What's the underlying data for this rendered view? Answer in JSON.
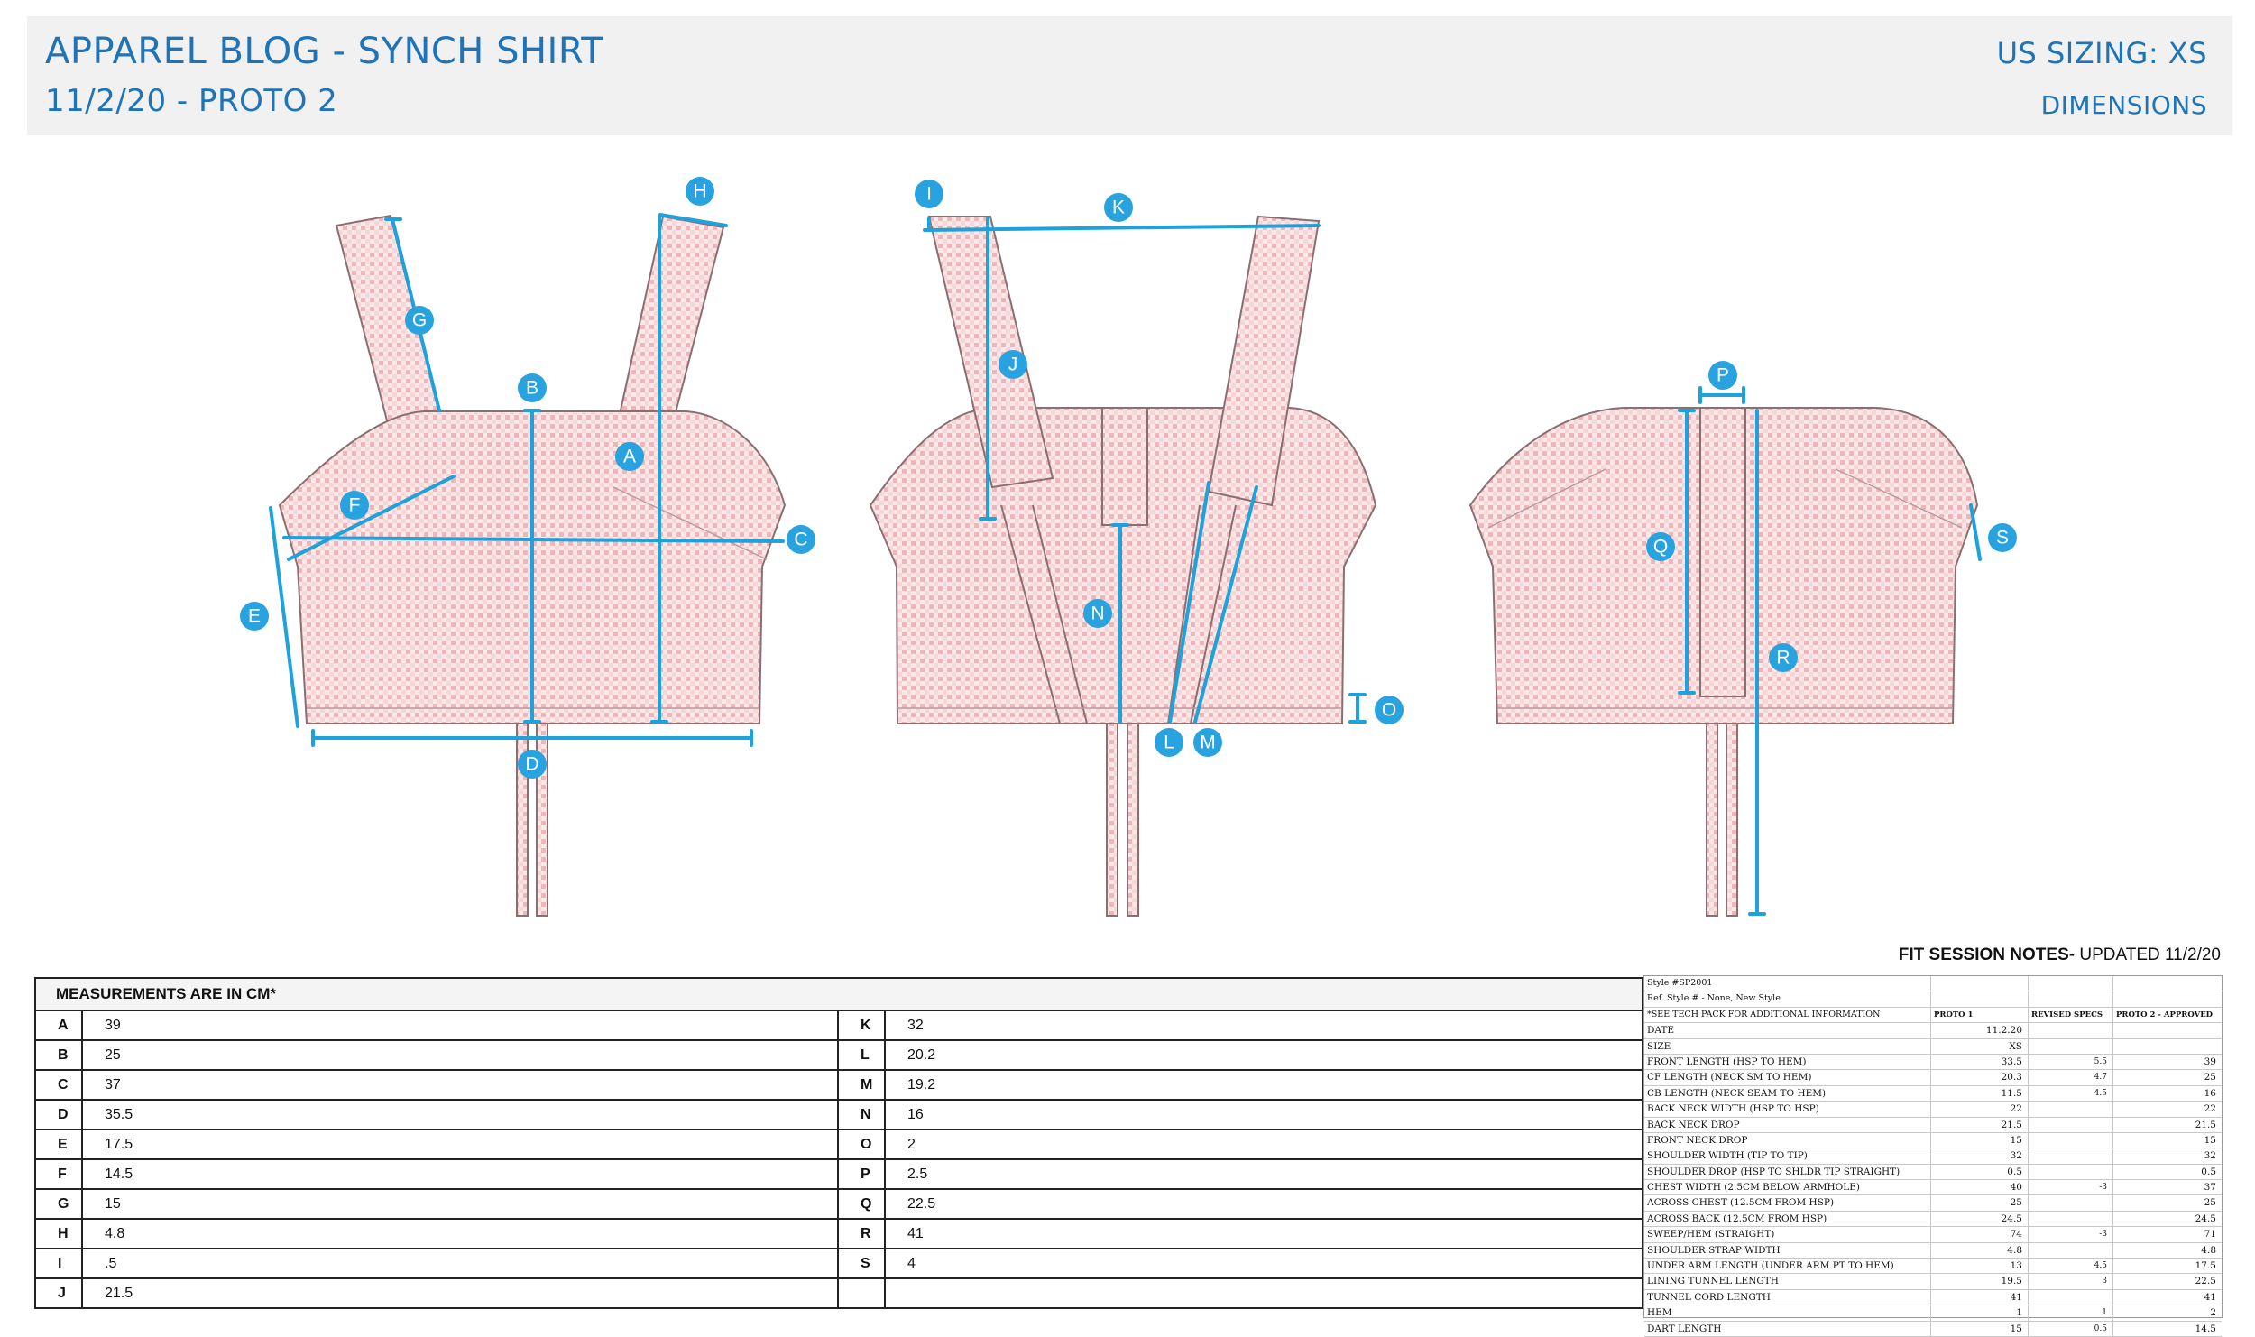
{
  "header": {
    "title": "APPAREL BLOG - SYNCH SHIRT",
    "subtitle": "11/2/20 - PROTO 2",
    "sizing": "US SIZING: XS",
    "dimensions": "DIMENSIONS"
  },
  "colors": {
    "accent": "#1f74b8",
    "label_bubble": "#29a3df",
    "gingham": "#f4c9cc"
  },
  "callout_labels": [
    "A",
    "B",
    "C",
    "D",
    "E",
    "F",
    "G",
    "H",
    "I",
    "J",
    "K",
    "L",
    "M",
    "N",
    "O",
    "P",
    "Q",
    "R",
    "S"
  ],
  "fit_notes": {
    "title": "FIT SESSION NOTES",
    "updated": "- UPDATED 11/2/20"
  },
  "measurements": {
    "header": "MEASUREMENTS ARE IN CM*",
    "rows": [
      {
        "l1": "A",
        "v1": "39",
        "l2": "K",
        "v2": "32"
      },
      {
        "l1": "B",
        "v1": "25",
        "l2": "L",
        "v2": "20.2"
      },
      {
        "l1": "C",
        "v1": "37",
        "l2": "M",
        "v2": "19.2"
      },
      {
        "l1": "D",
        "v1": "35.5",
        "l2": "N",
        "v2": "16"
      },
      {
        "l1": "E",
        "v1": "17.5",
        "l2": "O",
        "v2": "2"
      },
      {
        "l1": "F",
        "v1": "14.5",
        "l2": "P",
        "v2": "2.5"
      },
      {
        "l1": "G",
        "v1": "15",
        "l2": "Q",
        "v2": "22.5"
      },
      {
        "l1": "H",
        "v1": "4.8",
        "l2": "R",
        "v2": "41"
      },
      {
        "l1": "I",
        "v1": ".5",
        "l2": "S",
        "v2": "4"
      },
      {
        "l1": "J",
        "v1": "21.5",
        "l2": "",
        "v2": ""
      }
    ]
  },
  "spec_sheet": {
    "rows": [
      {
        "c0": "Style #SP2001",
        "c1": "",
        "c2": "",
        "c3": ""
      },
      {
        "c0": "Ref. Style # - None, New Style",
        "c1": "",
        "c2": "",
        "c3": ""
      },
      {
        "c0": "*SEE TECH PACK FOR ADDITIONAL INFORMATION",
        "c1": "PROTO 1",
        "c2": "REVISED SPECS",
        "c3": "PROTO 2 - APPROVED"
      },
      {
        "c0": "DATE",
        "c1": "11.2.20",
        "c2": "",
        "c3": ""
      },
      {
        "c0": "SIZE",
        "c1": "XS",
        "c2": "",
        "c3": ""
      },
      {
        "c0": "FRONT LENGTH (HSP TO HEM)",
        "c1": "33.5",
        "c2": "5.5",
        "c3": "39"
      },
      {
        "c0": "CF LENGTH (NECK SM TO HEM)",
        "c1": "20.3",
        "c2": "4.7",
        "c3": "25"
      },
      {
        "c0": "CB LENGTH (NECK SEAM TO HEM)",
        "c1": "11.5",
        "c2": "4.5",
        "c3": "16"
      },
      {
        "c0": "BACK NECK WIDTH (HSP TO HSP)",
        "c1": "22",
        "c2": "",
        "c3": "22"
      },
      {
        "c0": "BACK NECK DROP",
        "c1": "21.5",
        "c2": "",
        "c3": "21.5"
      },
      {
        "c0": "FRONT NECK DROP",
        "c1": "15",
        "c2": "",
        "c3": "15"
      },
      {
        "c0": "SHOULDER WIDTH (TIP TO TIP)",
        "c1": "32",
        "c2": "",
        "c3": "32"
      },
      {
        "c0": "SHOULDER DROP (HSP TO SHLDR TIP STRAIGHT)",
        "c1": "0.5",
        "c2": "",
        "c3": "0.5"
      },
      {
        "c0": "CHEST WIDTH (2.5CM  BELOW ARMHOLE)",
        "c1": "40",
        "c2": "-3",
        "c3": "37"
      },
      {
        "c0": "ACROSS CHEST (12.5CM FROM HSP)",
        "c1": "25",
        "c2": "",
        "c3": "25"
      },
      {
        "c0": "ACROSS BACK (12.5CM FROM HSP)",
        "c1": "24.5",
        "c2": "",
        "c3": "24.5"
      },
      {
        "c0": "SWEEP/HEM (STRAIGHT)",
        "c1": "74",
        "c2": "-3",
        "c3": "71"
      },
      {
        "c0": "SHOULDER STRAP WIDTH",
        "c1": "4.8",
        "c2": "",
        "c3": "4.8"
      },
      {
        "c0": "UNDER ARM LENGTH (UNDER ARM PT TO HEM)",
        "c1": "13",
        "c2": "4.5",
        "c3": "17.5"
      },
      {
        "c0": "LINING TUNNEL LENGTH",
        "c1": "19.5",
        "c2": "3",
        "c3": "22.5"
      },
      {
        "c0": "TUNNEL CORD LENGTH",
        "c1": "41",
        "c2": "",
        "c3": "41"
      },
      {
        "c0": "HEM",
        "c1": "1",
        "c2": "1",
        "c3": "2"
      },
      {
        "c0": "DART LENGTH",
        "c1": "15",
        "c2": "0.5",
        "c3": "14.5"
      }
    ]
  }
}
